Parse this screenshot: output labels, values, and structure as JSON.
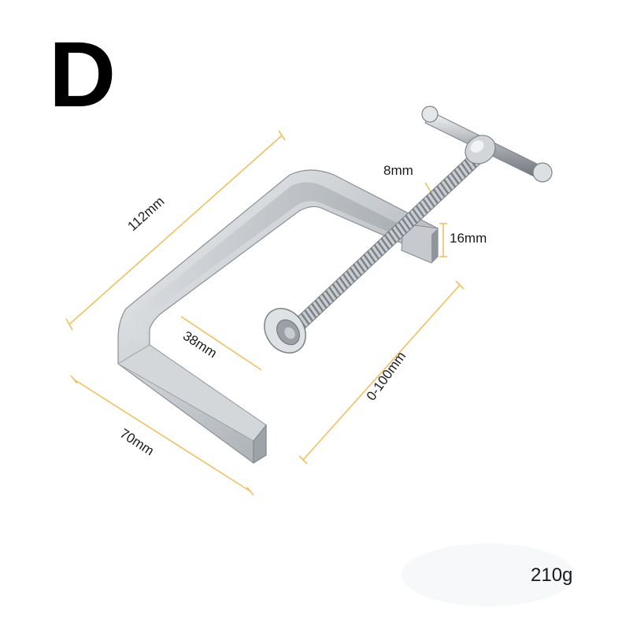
{
  "variant_letter": "D",
  "dimensions": {
    "length": "112mm",
    "throat": "38mm",
    "width": "70mm",
    "opening": "0-100mm",
    "screw": "8mm",
    "thickness": "16mm"
  },
  "weight": "210g",
  "colors": {
    "dimension_line": "#f0c060",
    "metal_light": "#e6e8ea",
    "metal_mid": "#b8bcc0",
    "metal_dark": "#7f858b"
  }
}
